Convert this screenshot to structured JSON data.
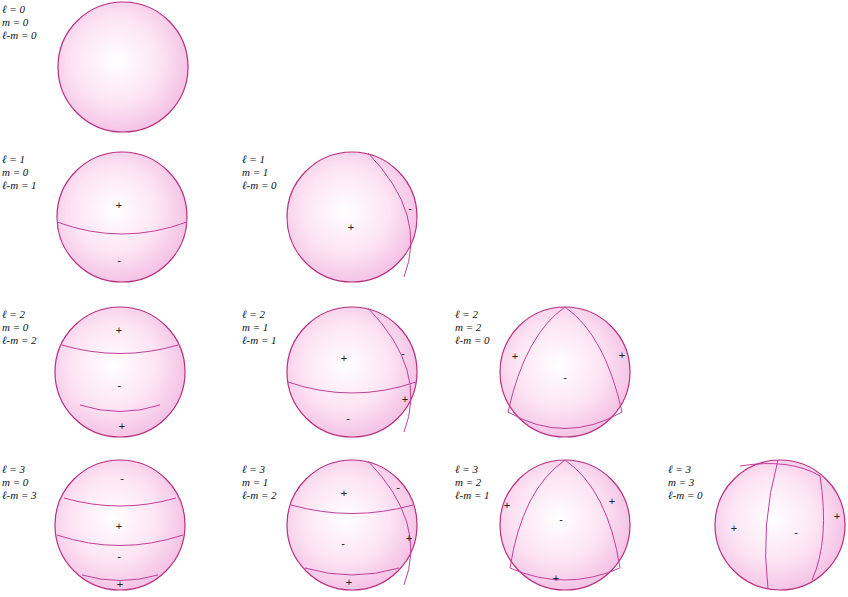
{
  "diagram": {
    "nodes": [
      {
        "text": [
          "+",
          "-"
        ]
      },
      {
        "text": [
          "+",
          "-"
        ]
      },
      {
        "text": [
          "+",
          "-",
          "+"
        ]
      },
      {
        "text": [
          "+",
          "-",
          "+",
          "-"
        ]
      },
      {
        "text": [
          "+",
          "-",
          "+"
        ]
      },
      {
        "text": [
          "-",
          "+",
          "-",
          "+"
        ]
      },
      {
        "text": [
          "+",
          "-",
          "-",
          "+",
          "+"
        ]
      },
      {
        "text": [
          "+",
          "-",
          "+",
          "+"
        ]
      },
      {
        "text": [
          "+",
          "-",
          "+"
        ]
      }
    ],
    "labels": [
      "ℓ = 0",
      "m = 0",
      "ℓ-m = 0",
      "ℓ = 1",
      "m = 0",
      "ℓ-m = 1",
      "ℓ = 1",
      "m = 1",
      "ℓ-m = 0",
      "ℓ = 2",
      "m = 0",
      "ℓ-m = 2",
      "ℓ = 2",
      "m = 1",
      "ℓ-m = 1",
      "ℓ = 2",
      "m = 2",
      "ℓ-m = 0",
      "ℓ = 3",
      "m = 0",
      "ℓ-m = 3",
      "ℓ = 3",
      "m = 1",
      "ℓ-m = 2",
      "ℓ = 3",
      "m = 2",
      "ℓ-m = 1",
      "ℓ = 3",
      "m = 3",
      "ℓ-m = 0"
    ]
  }
}
